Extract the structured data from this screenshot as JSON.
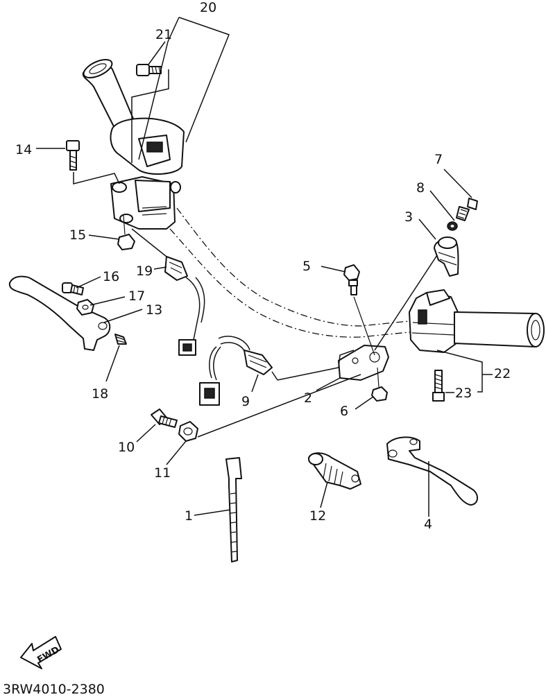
{
  "parts": [
    {
      "label": "1"
    },
    {
      "label": "2"
    },
    {
      "label": "3"
    },
    {
      "label": "4"
    },
    {
      "label": "5"
    },
    {
      "label": "6"
    },
    {
      "label": "7"
    },
    {
      "label": "8"
    },
    {
      "label": "9"
    },
    {
      "label": "10"
    },
    {
      "label": "11"
    },
    {
      "label": "12"
    },
    {
      "label": "13"
    },
    {
      "label": "14"
    },
    {
      "label": "15"
    },
    {
      "label": "16"
    },
    {
      "label": "17"
    },
    {
      "label": "18"
    },
    {
      "label": "19"
    },
    {
      "label": "20"
    },
    {
      "label": "21"
    },
    {
      "label": "22"
    },
    {
      "label": "23"
    }
  ],
  "fwd_label": "FWD",
  "diagram_code": "3RW4010-2380"
}
